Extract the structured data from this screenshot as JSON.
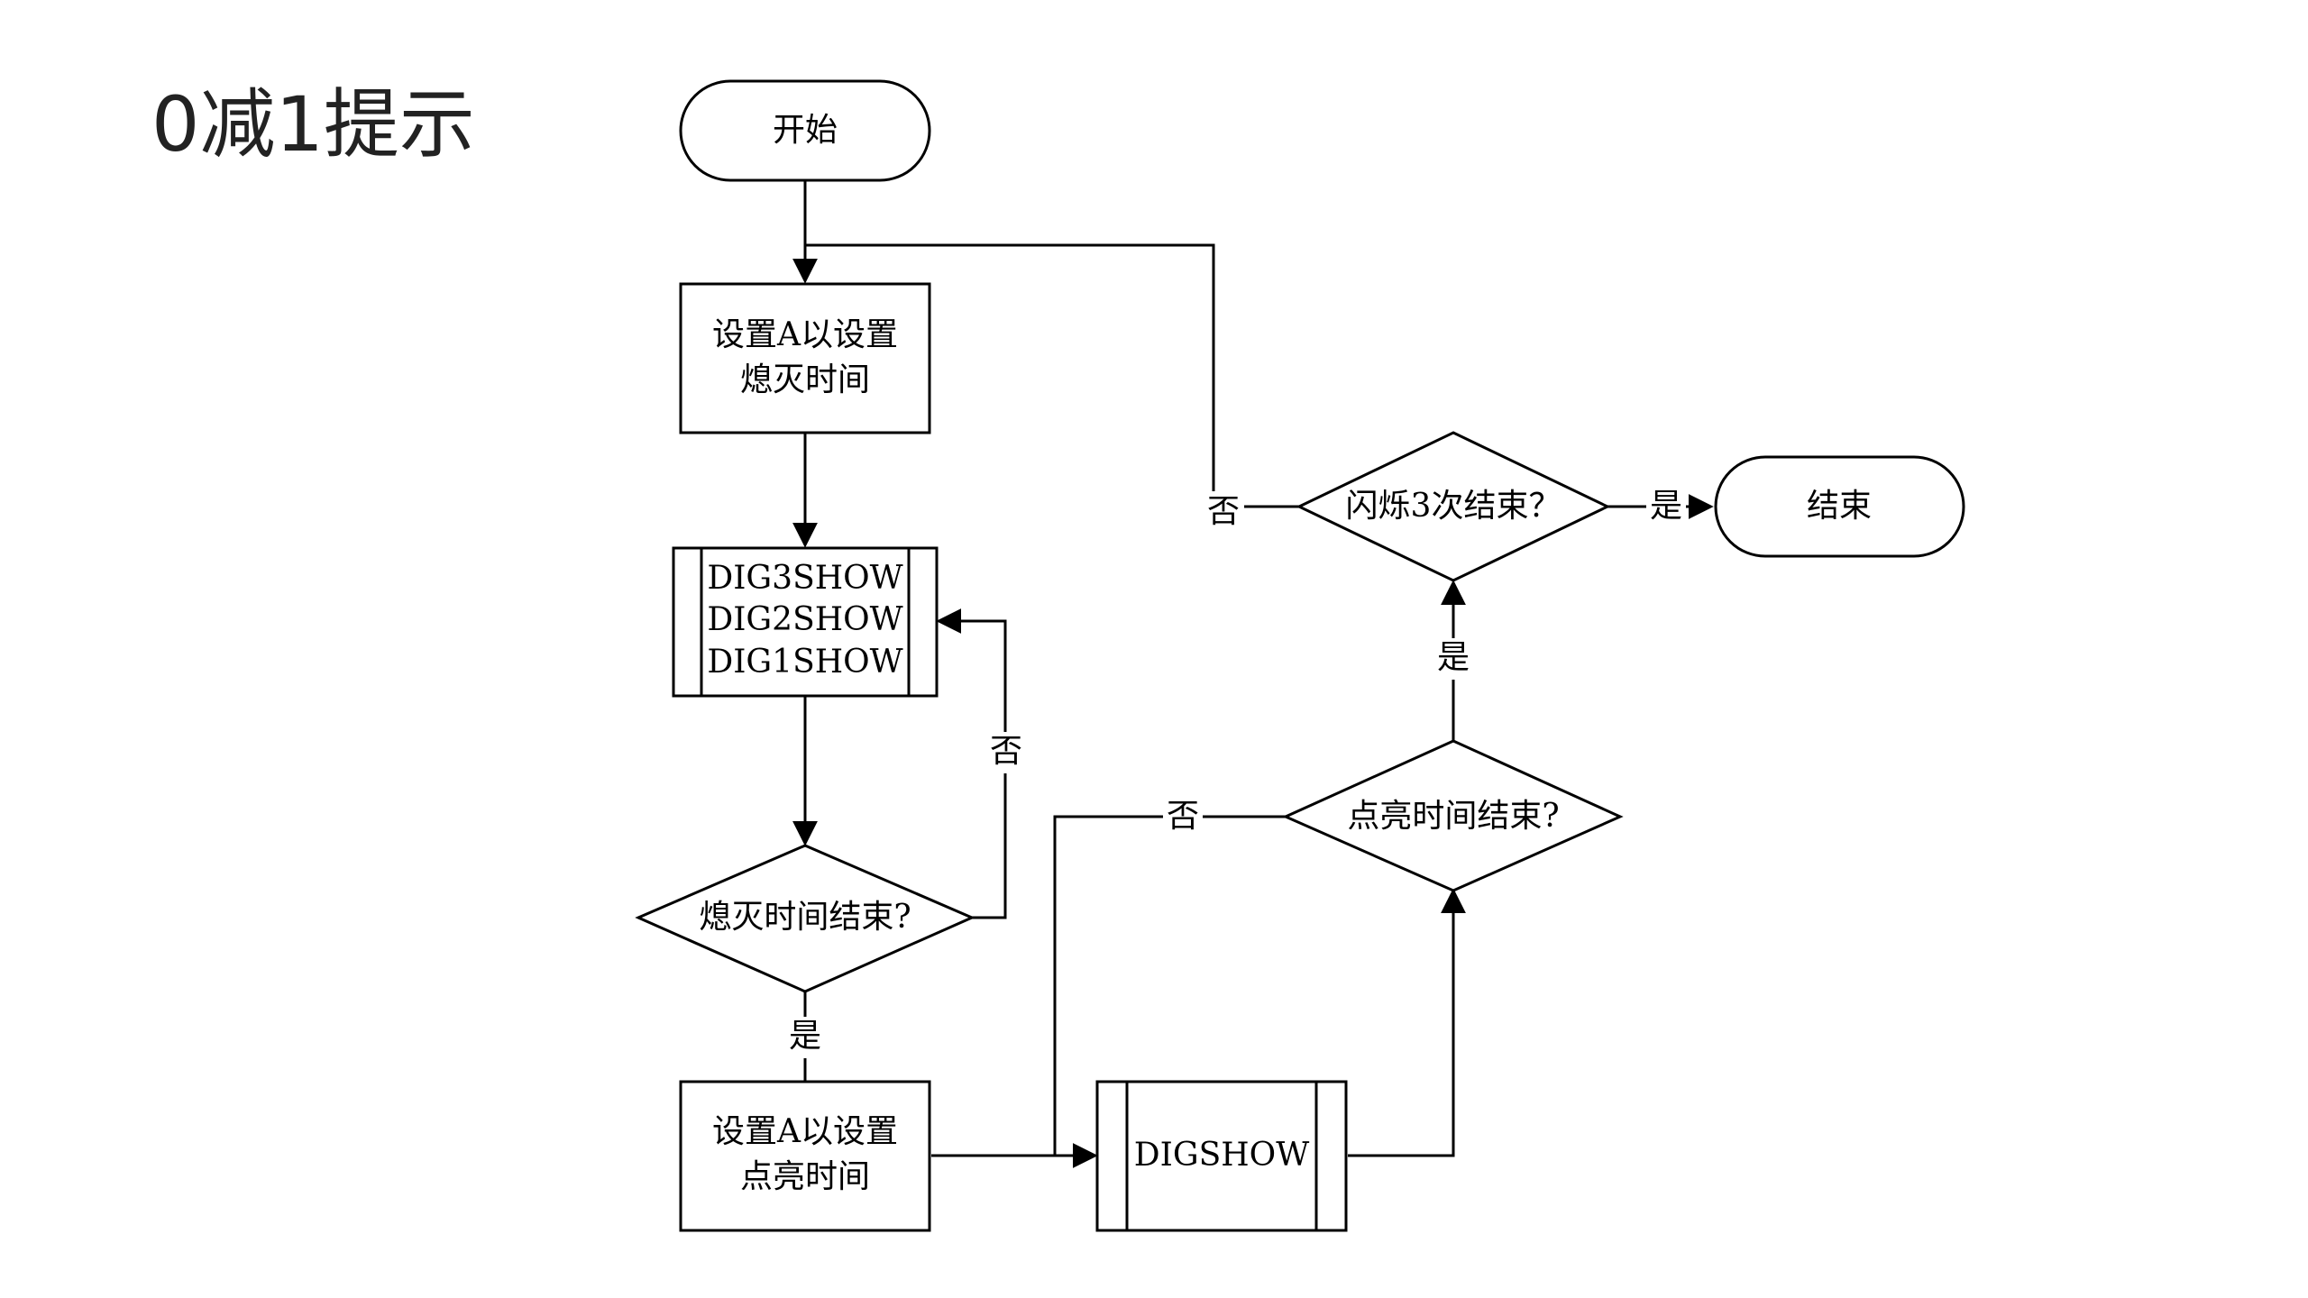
{
  "page": {
    "title": "0减1提示"
  },
  "diagram": {
    "start": "开始",
    "end": "结束",
    "set_off_line1": "设置A以设置",
    "set_off_line2": "熄灭时间",
    "dig_lines": [
      "DIG3SHOW",
      "DIG2SHOW",
      "DIG1SHOW"
    ],
    "off_done": "熄灭时间结束?",
    "set_on_line1": "设置A以设置",
    "set_on_line2": "点亮时间",
    "digshow": "DIGSHOW",
    "on_done": "点亮时间结束?",
    "flash_done": "闪烁3次结束？",
    "yes": "是",
    "no": "否"
  }
}
